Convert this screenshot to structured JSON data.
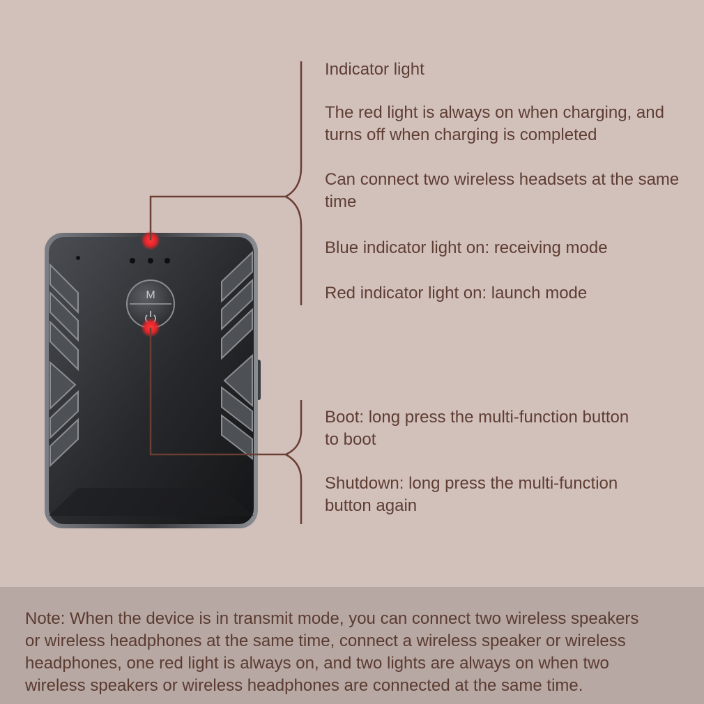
{
  "device": {
    "button_top_label": "M",
    "button_bottom_icon": "power-icon"
  },
  "callouts": {
    "top_group": [
      "Indicator light",
      "The red light is always on when charging, and turns off when charging is completed",
      "Can connect two wireless headsets at the same time",
      "Blue indicator light on: receiving mode",
      "Red indicator light on: launch mode"
    ],
    "bottom_group": [
      "Boot: long press the multi-function button to boot",
      "Shutdown: long press the multi-function button again"
    ]
  },
  "note": {
    "lines": [
      "Note: When the device is in transmit mode, you can connect two wireless speakers",
      "or wireless headphones at the same time, connect a wireless speaker or wireless",
      "headphones, one red light is always on, and two lights are always on when two",
      "wireless speakers or wireless headphones are connected at the same time."
    ]
  },
  "colors": {
    "background": "#d2c1bb",
    "text": "#5e3d33",
    "note_band": "#b7a8a3",
    "leader_line": "#6b3e33",
    "highlight_red": "#e6252a"
  }
}
